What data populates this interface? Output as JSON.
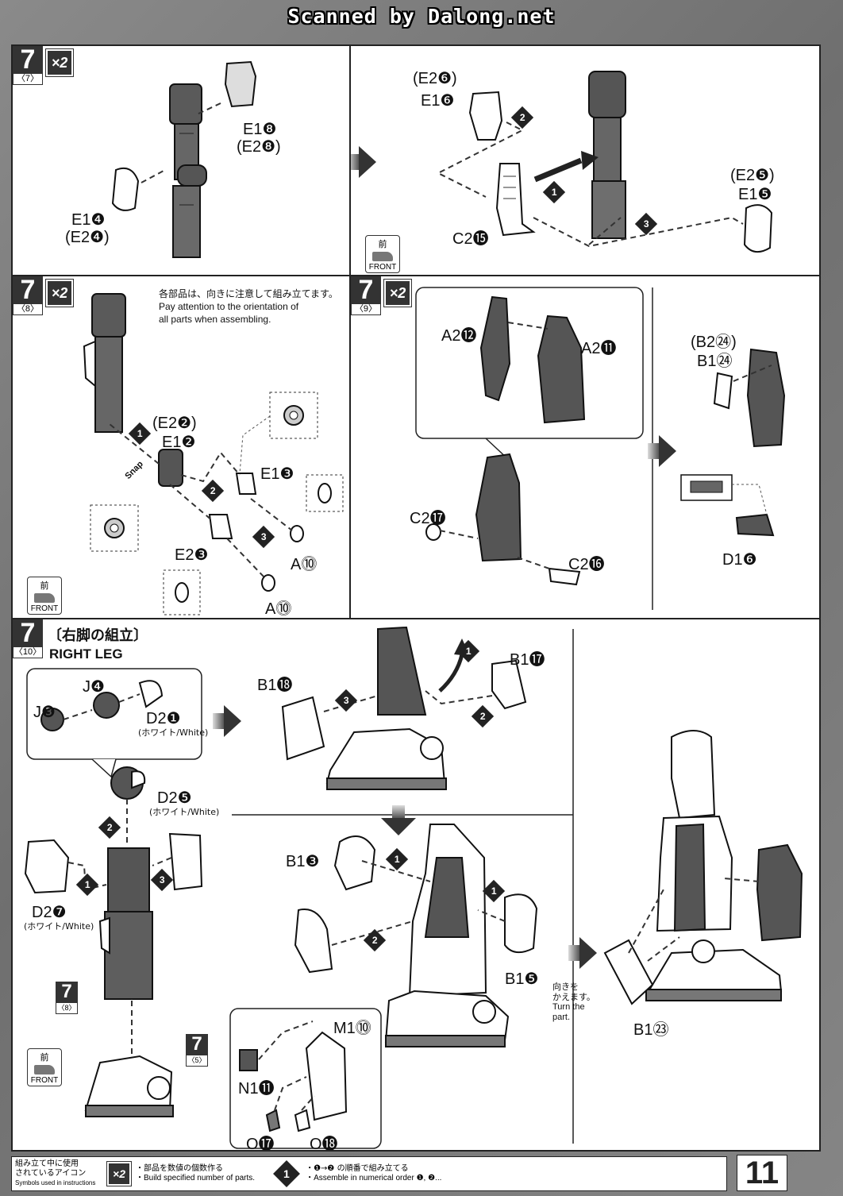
{
  "header": {
    "scan_credit": "Scanned by Dalong.net"
  },
  "x2_label": "×2",
  "front_jp": "前",
  "front_en": "FRONT",
  "panel1": {
    "step": "7",
    "sub": "〈7〉",
    "labels": [
      "E1❽",
      "(E2❽)",
      "E1❹",
      "(E2❹)"
    ]
  },
  "panel2": {
    "labels": [
      "(E2❻)",
      "E1❻",
      "C2⓯",
      "(E2❺)",
      "E1❺"
    ],
    "seq": [
      "1",
      "2",
      "3"
    ]
  },
  "panel3": {
    "step": "7",
    "sub": "〈8〉",
    "note_jp": "各部品は、向きに注意して組み立てます。",
    "note_en_1": "Pay attention to the orientation of",
    "note_en_2": "all parts when assembling.",
    "snap": "Snap",
    "labels": [
      "(E2❷)",
      "E1❷",
      "E1❸",
      "E2❸",
      "A⓾",
      "A⓾"
    ],
    "seq": [
      "1",
      "2",
      "3"
    ]
  },
  "panel4": {
    "step": "7",
    "sub": "〈9〉",
    "labels": [
      "A2⓬",
      "A2⓫",
      "C2⓱",
      "C2⓰",
      "(B2㉔)",
      "B1㉔",
      "D1❻"
    ]
  },
  "panel5": {
    "step": "7",
    "sub": "〈10〉",
    "title_jp": "〔右脚の組立〕",
    "title_en": "RIGHT LEG",
    "labels": [
      "J❹",
      "J❸",
      "D2❶",
      "D2❺",
      "D2❼",
      "B1⓲",
      "B1⓱",
      "B1❸",
      "B1❺",
      "M1⓾",
      "N1⓫",
      "O⓱",
      "O⓲",
      "B1㉓"
    ],
    "white_note": "(ホワイト/White)",
    "ref_8": "〈8〉",
    "ref_5": "〈5〉",
    "turn_jp_1": "向きを",
    "turn_jp_2": "かえます。",
    "turn_en_1": "Turn the",
    "turn_en_2": "part.",
    "seq": [
      "1",
      "2",
      "3"
    ]
  },
  "legend": {
    "title_jp_1": "組み立て中に使用",
    "title_jp_2": "されているアイコン",
    "title_en": "Symbols used in instructions",
    "x2_jp": "・部品を数値の個数作る",
    "x2_en": "・Build specified number of parts.",
    "seq_icon": "1",
    "seq_jp": "・❶→❷ の順番で組み立てる",
    "seq_en": "・Assemble in numerical order ❶, ❷..."
  },
  "page_number": "11"
}
